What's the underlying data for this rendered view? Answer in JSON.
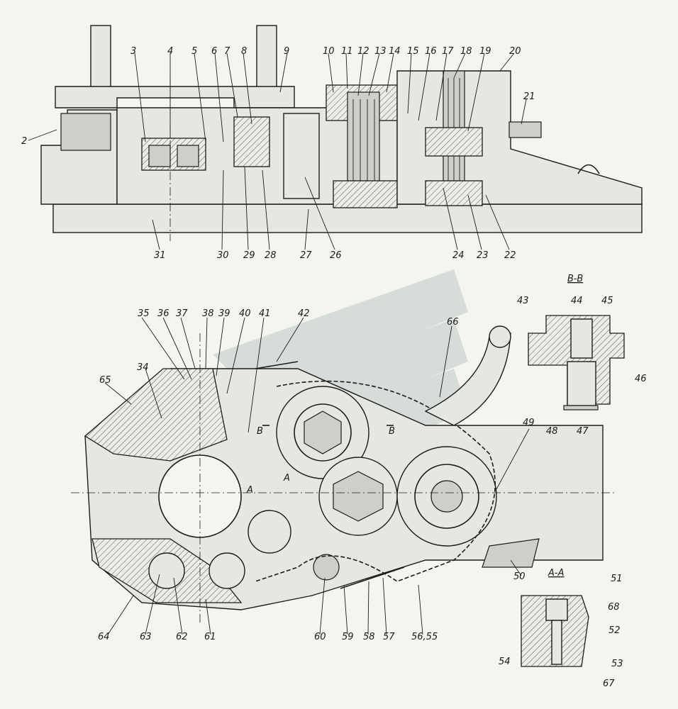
{
  "callouts_top": [
    "2",
    "3",
    "4",
    "5",
    "6",
    "7",
    "8",
    "9",
    "10",
    "11",
    "12",
    "13",
    "14",
    "15",
    "16",
    "17",
    "18",
    "19",
    "20",
    "21",
    "22",
    "23",
    "24",
    "26",
    "27",
    "28",
    "29",
    "30",
    "31"
  ],
  "callouts_bottom": [
    "34",
    "35",
    "36",
    "37",
    "38",
    "39",
    "40",
    "41",
    "42",
    "43",
    "44",
    "45",
    "46",
    "47",
    "48",
    "49",
    "50",
    "51",
    "52",
    "53",
    "54",
    "56,55",
    "57",
    "58",
    "59",
    "60",
    "61",
    "62",
    "63",
    "64",
    "65",
    "66",
    "67",
    "68"
  ],
  "section_labels": {
    "bb": "B-B",
    "aa": "A-A"
  },
  "cut_marks": {
    "b_left": "B",
    "b_right": "B",
    "a_left": "A",
    "a_right": "A"
  }
}
